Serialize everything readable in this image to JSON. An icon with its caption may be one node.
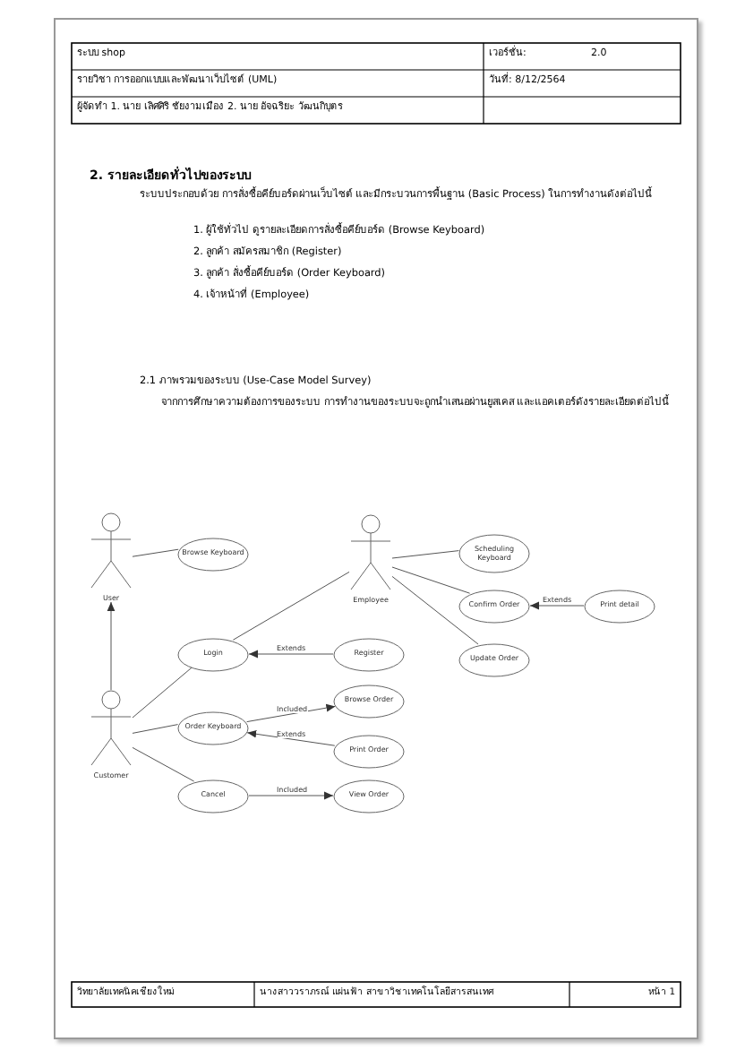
{
  "diagram": {
    "nodes": [
      {
        "text": [
          "User"
        ]
      },
      {
        "text": [
          "Browse Keyboard"
        ]
      },
      {
        "text": [
          "Employee"
        ]
      },
      {
        "text": [
          "Scheduling Keyboard"
        ]
      },
      {
        "text": [
          "Confirm Order"
        ]
      },
      {
        "text": [
          "Print detail"
        ]
      },
      {
        "text": [
          "Update Order"
        ]
      },
      {
        "text": [
          "Login"
        ]
      },
      {
        "text": [
          "Register"
        ]
      },
      {
        "text": [
          "Customer"
        ]
      },
      {
        "text": [
          "Order Keyboard"
        ]
      },
      {
        "text": [
          "Browse Order"
        ]
      },
      {
        "text": [
          "Print Order"
        ]
      },
      {
        "text": [
          "Cancel"
        ]
      },
      {
        "text": [
          "View Order"
        ]
      }
    ],
    "edges": [
      {
        "from": 0,
        "to": 1,
        "arrow": "none"
      },
      {
        "from": 9,
        "to": 0,
        "arrow": "to"
      },
      {
        "from": 2,
        "to": 3,
        "arrow": "none"
      },
      {
        "from": 2,
        "to": 4,
        "arrow": "none"
      },
      {
        "from": 5,
        "to": 4,
        "arrow": "to",
        "label": "Extends"
      },
      {
        "from": 2,
        "to": 6,
        "arrow": "none"
      },
      {
        "from": 2,
        "to": 7,
        "arrow": "none"
      },
      {
        "from": 8,
        "to": 7,
        "arrow": "to",
        "label": "Extends"
      },
      {
        "from": 9,
        "to": 7,
        "arrow": "none"
      },
      {
        "from": 9,
        "to": 10,
        "arrow": "none"
      },
      {
        "from": 10,
        "to": 11,
        "arrow": "to",
        "label": "Included"
      },
      {
        "from": 12,
        "to": 10,
        "arrow": "to",
        "label": "Extends"
      },
      {
        "from": 9,
        "to": 13,
        "arrow": "none"
      },
      {
        "from": 13,
        "to": 14,
        "arrow": "to",
        "label": "Included"
      }
    ],
    "labels": [
      "ระบบ shop",
      "เวอร์ชั่น:",
      "2.0",
      "รายวิชา การออกแบบและพัฒนาเว็บไซต์ (UML)",
      "วันที่: 8/12/2564",
      "ผู้จัดทำ 1. นาย เลิศศิริ ชัยงามเมือง 2. นาย อัจฉริยะ วัฒนกิบุตร",
      "2. รายละเอียดทั่วไปของระบบ",
      "ระบบประกอบด้วย การสั่งซื้อคีย์บอร์ดผ่านเว็บไซต์ และมีกระบวนการพื้นฐาน (Basic Process) ในการทำงานดังต่อไปนี้",
      "1. ผู้ใช้ทั่วไป ดูรายละเอียดการสั่งซื้อคีย์บอร์ด (Browse Keyboard)",
      "2. ลูกค้า สมัครสมาชิก (Register)",
      "3. ลูกค้า สั่งซื้อคีย์บอร์ด (Order Keyboard)",
      "4. เจ้าหน้าที่ (Employee)",
      "2.1 ภาพรวมของระบบ (Use-Case Model Survey)",
      "จากการศึกษาความต้องการของระบบ การทำงานของระบบจะถูกนำเสนอผ่านยูสเคส และแอคเตอร์ดังรายละเอียดต่อไปนี้",
      "วิทยาลัยเทคนิคเชียงใหม่",
      "นางสาววราภรณ์ แผ่นฟ้า สาขาวิชาเทคโนโลยีสารสนเทศ",
      "หน้า 1"
    ]
  }
}
